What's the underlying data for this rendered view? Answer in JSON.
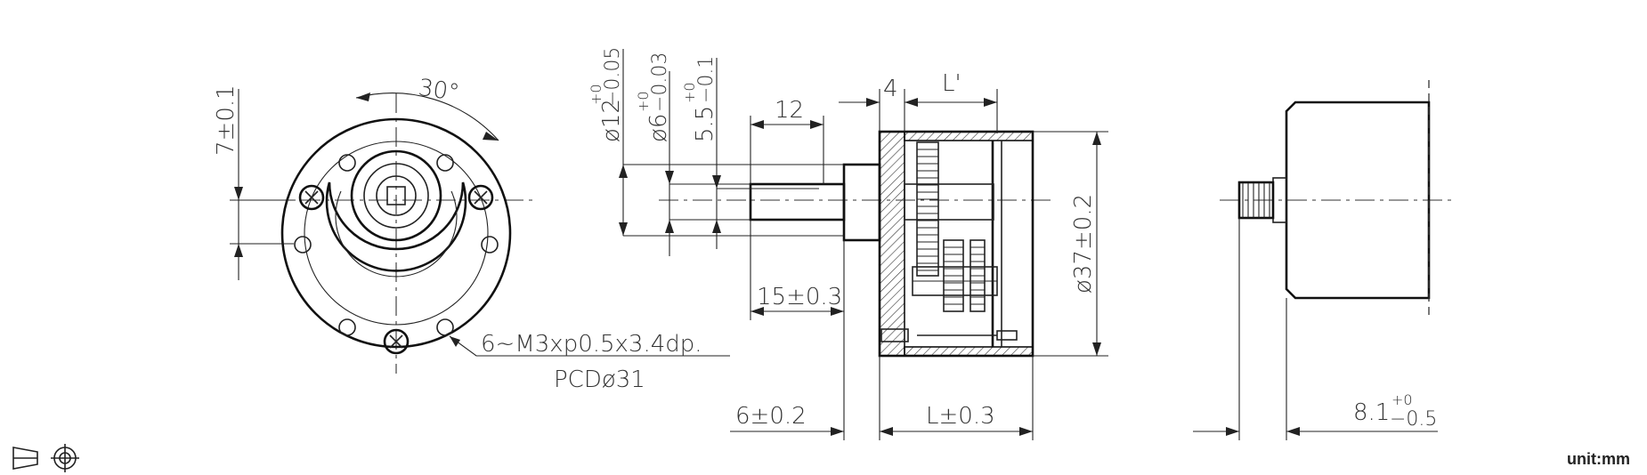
{
  "unit_label": "unit:mm",
  "front_view": {
    "angle_label": "30°",
    "offset_dim": "7±0.1",
    "hole_callout": "6~M3xp0.5x3.4dp.",
    "pcd_label": "PCDø31"
  },
  "side_view": {
    "dim_d12_main": "ø12",
    "dim_d12_tol_up": "+0",
    "dim_d12_tol_dn": "−0.05",
    "dim_d6_main": "ø6",
    "dim_d6_tol_up": "+0",
    "dim_d6_tol_dn": "−0.03",
    "dim_55_main": "5.5",
    "dim_55_tol_up": "+0",
    "dim_55_tol_dn": "−0.1",
    "dim_12": "12",
    "dim_4": "4",
    "dim_lprime": "L'",
    "dim_15": "15±0.3",
    "dim_d37": "ø37±0.2",
    "dim_6": "6±0.2",
    "dim_L": "L±0.3"
  },
  "motor_view": {
    "dim_81_main": "8.1",
    "dim_81_tol_up": "+0",
    "dim_81_tol_dn": "−0.5"
  },
  "icons": {
    "projection_symbol": "third-angle-projection-icon"
  }
}
